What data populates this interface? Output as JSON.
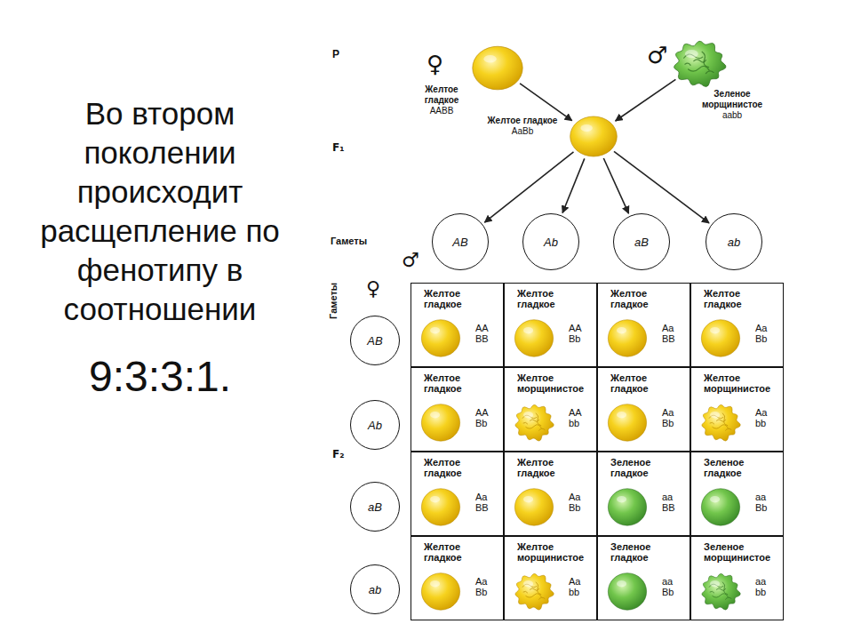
{
  "diagram": {
    "nodes": [
      {
        "text": [
          "Желтое гладкое",
          "AABB"
        ]
      },
      {
        "text": [
          "Зеленое морщинистое",
          "aabb"
        ]
      },
      {
        "text": [
          "Желтое гладкое",
          "AaBb"
        ]
      },
      {
        "text": [
          "AB"
        ]
      },
      {
        "text": [
          "Ab"
        ]
      },
      {
        "text": [
          "aB"
        ]
      },
      {
        "text": [
          "ab"
        ]
      },
      {
        "text": [
          "AB"
        ]
      },
      {
        "text": [
          "Ab"
        ]
      },
      {
        "text": [
          "aB"
        ]
      },
      {
        "text": [
          "ab"
        ]
      },
      {
        "text": [
          "Желтое гладкое",
          "AA BB"
        ]
      },
      {
        "text": [
          "Желтое гладкое",
          "AA Bb"
        ]
      },
      {
        "text": [
          "Желтое гладкое",
          "Aa BB"
        ]
      },
      {
        "text": [
          "Желтое гладкое",
          "Aa Bb"
        ]
      },
      {
        "text": [
          "Желтое гладкое",
          "AA Bb"
        ]
      },
      {
        "text": [
          "Желтое морщинистое",
          "AA bb"
        ]
      },
      {
        "text": [
          "Желтое гладкое",
          "Aa Bb"
        ]
      },
      {
        "text": [
          "Желтое морщинистое",
          "Aa bb"
        ]
      },
      {
        "text": [
          "Желтое гладкое",
          "Aa BB"
        ]
      },
      {
        "text": [
          "Желтое гладкое",
          "Aa Bb"
        ]
      },
      {
        "text": [
          "Зеленое гладкое",
          "aa BB"
        ]
      },
      {
        "text": [
          "Зеленое гладкое",
          "aa Bb"
        ]
      },
      {
        "text": [
          "Желтое гладкое",
          "Aa Bb"
        ]
      },
      {
        "text": [
          "Желтое морщинистое",
          "Aa bb"
        ]
      },
      {
        "text": [
          "Зеленое гладкое",
          "aa Bb"
        ]
      },
      {
        "text": [
          "Зеленое морщинистое",
          "aa bb"
        ]
      }
    ],
    "edges": [
      {
        "from": 0,
        "to": 2,
        "arrow": "to"
      },
      {
        "from": 1,
        "to": 2,
        "arrow": "to"
      },
      {
        "from": 2,
        "to": 3,
        "arrow": "to"
      },
      {
        "from": 2,
        "to": 4,
        "arrow": "to"
      },
      {
        "from": 2,
        "to": 5,
        "arrow": "to"
      },
      {
        "from": 2,
        "to": 6,
        "arrow": "to"
      }
    ],
    "labels": [
      "Во втором поколении происходит расщепление по фенотипу в соотношении",
      "9:3:3:1.",
      "P",
      "♀",
      "♂",
      "F₁",
      "Гаметы",
      "♂",
      "Гаметы",
      "♀",
      "F₂"
    ]
  }
}
